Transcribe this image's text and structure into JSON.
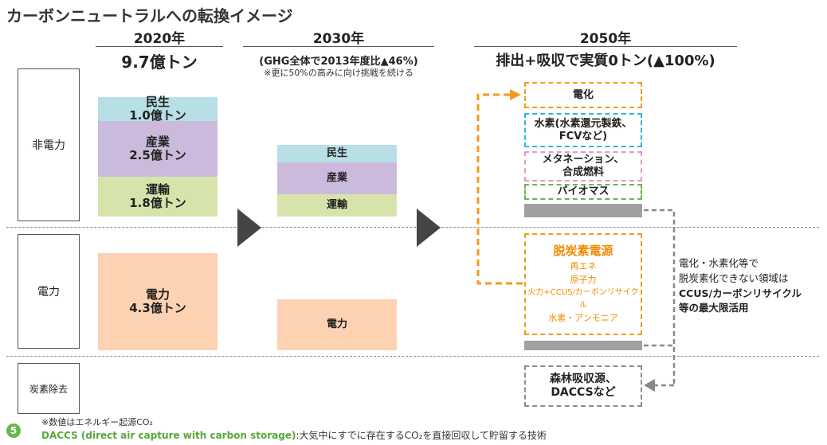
{
  "title": "カーボンニュートラルへの転換イメージ",
  "rows": {
    "non_power": "非電力",
    "power": "電力",
    "removal": "炭素除去"
  },
  "y2020": {
    "year": "2020年",
    "total": "9.7億トン",
    "blocks": {
      "minsei": [
        "民生",
        "1.0億トン"
      ],
      "sangyo": [
        "産業",
        "2.5億トン"
      ],
      "unyu": [
        "運輸",
        "1.8億トン"
      ],
      "denryoku": [
        "電力",
        "4.3億トン"
      ]
    }
  },
  "y2030": {
    "year": "2030年",
    "target": "(GHG全体で2013年度比▲46%)",
    "note": "※更に50%の高みに向け挑戦を続ける",
    "blocks": {
      "minsei": "民生",
      "sangyo": "産業",
      "unyu": "運輸",
      "denryoku": "電力"
    }
  },
  "y2050": {
    "year": "2050年",
    "target": "排出+吸収で実質0トン(▲100%)",
    "boxes": {
      "electrification": "電化",
      "hydrogen": [
        "水素(水素還元製鉄、",
        "FCVなど)"
      ],
      "methanation": [
        "メタネーション、",
        "合成燃料"
      ],
      "biomass": "バイオマス",
      "decarb_power": {
        "head": "脱炭素電源",
        "items": [
          "再エネ",
          "原子力",
          "火力+CCUS/カーボンリサイクル",
          "水素・アンモニア"
        ]
      },
      "removal": [
        "森林吸収源、",
        "DACCSなど"
      ]
    }
  },
  "side_note": {
    "line1": "電化・水素化等で",
    "line2": "脱炭素化できない領域は",
    "line3": "CCUS/カーボンリサイクル",
    "line4": "等の最大限活用"
  },
  "footer": {
    "page": "5",
    "note": "※数値はエネルギー起源CO₂",
    "daccs_term": "DACCS (direct air capture with carbon storage)",
    "daccs_desc": ":大気中にすでに存在するCO₂を直接回収して貯留する技術"
  },
  "colors": {
    "minsei": "#b7dfe5",
    "sangyo": "#cbbadb",
    "unyu": "#d6e4ab",
    "denryoku": "#fcd2b2",
    "accent": "#f39a1e",
    "green": "#66b84a"
  }
}
